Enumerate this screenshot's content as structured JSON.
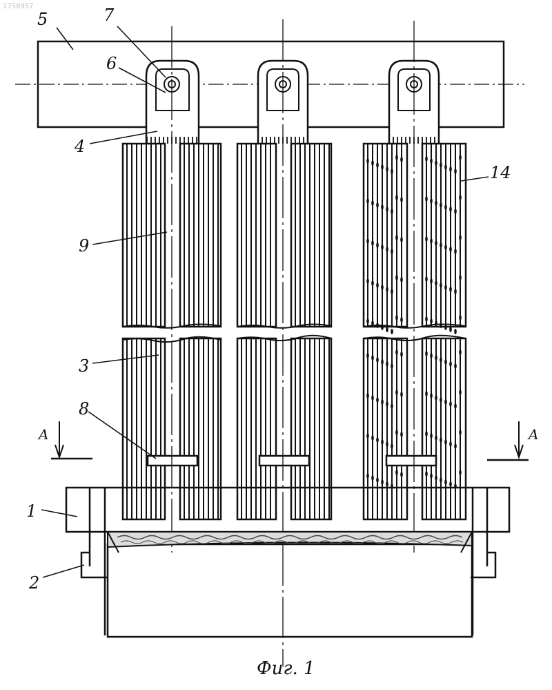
{
  "document_number": "1758957",
  "caption": "Фиг. 1",
  "section_marker": "A",
  "labels": [
    {
      "id": "1",
      "text": "1"
    },
    {
      "id": "2",
      "text": "2"
    },
    {
      "id": "3",
      "text": "3"
    },
    {
      "id": "4",
      "text": "4"
    },
    {
      "id": "5",
      "text": "5"
    },
    {
      "id": "6",
      "text": "6"
    },
    {
      "id": "7",
      "text": "7"
    },
    {
      "id": "8",
      "text": "8"
    },
    {
      "id": "9",
      "text": "9"
    },
    {
      "id": "14",
      "text": "14"
    }
  ]
}
